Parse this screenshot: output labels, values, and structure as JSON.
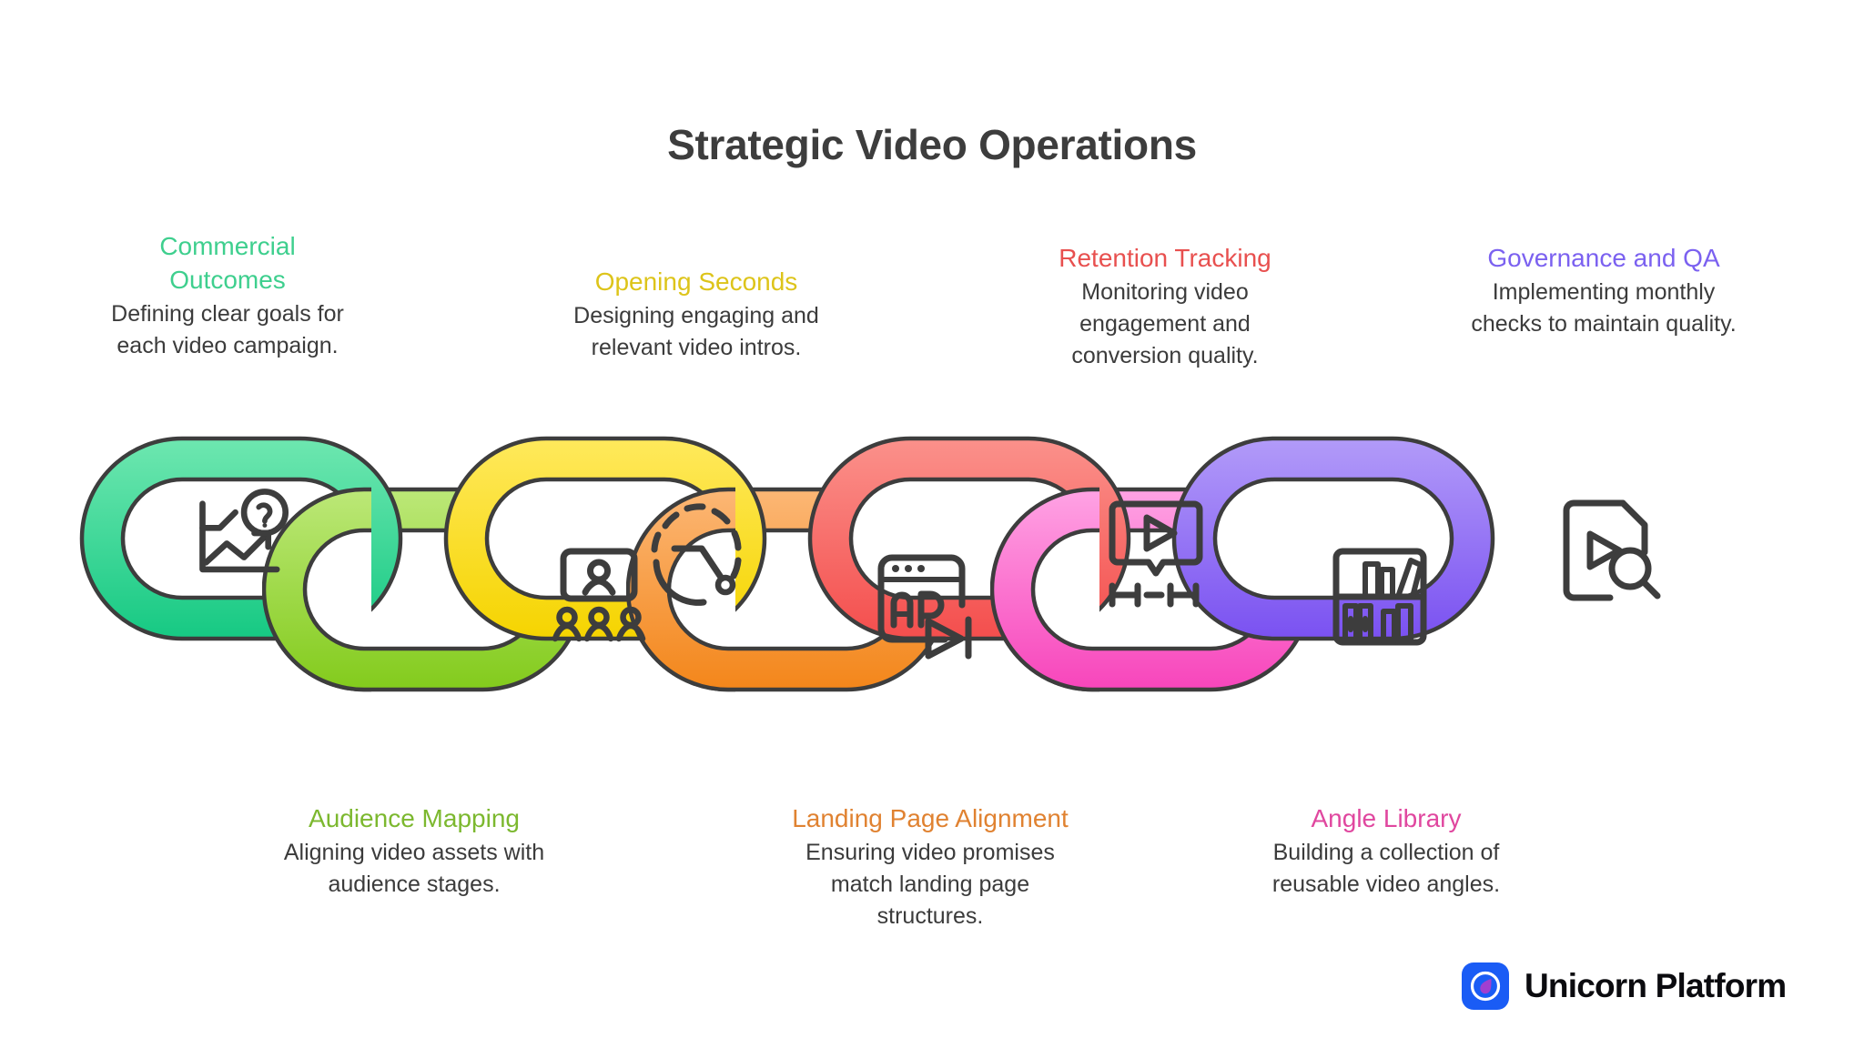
{
  "title": "Strategic Video Operations",
  "footer": {
    "brand": "Unicorn Platform",
    "logo_icon": "droplet-icon",
    "logo_bg": "#1a5cf5",
    "logo_droplet": "#a13fd0"
  },
  "palette": {
    "outline": "#3d3d3d",
    "body_text": "#3b3b3b",
    "title_text": "#3d3d3d",
    "page_bg": "#ffffff"
  },
  "links": [
    {
      "id": "commercial-outcomes",
      "heading": "Commercial Outcomes",
      "description": "Defining clear goals for each video campaign.",
      "color": "#3ecf8e",
      "color_top": "#6ee7b0",
      "color_bottom": "#1fc981",
      "heading_color": "#3ecf8e",
      "position": "top",
      "icon": "line-chart-question-icon"
    },
    {
      "id": "audience-mapping",
      "heading": "Audience Mapping",
      "description": "Aligning video assets with audience stages.",
      "color": "#8cc63f",
      "color_top": "#b6e06a",
      "color_bottom": "#84cc1e",
      "heading_color": "#7cb82f",
      "position": "bottom",
      "icon": "audience-people-icon"
    },
    {
      "id": "opening-seconds",
      "heading": "Opening Seconds",
      "description": "Designing engaging and relevant video intros.",
      "color": "#f2d41e",
      "color_top": "#ffe95c",
      "color_bottom": "#f5d90a",
      "heading_color": "#ddc41a",
      "position": "top",
      "icon": "stopwatch-icon"
    },
    {
      "id": "landing-page-alignment",
      "heading": "Landing Page Alignment",
      "description": "Ensuring video promises match landing page structures.",
      "color": "#ef8f34",
      "color_top": "#fbb26a",
      "color_bottom": "#f3871d",
      "heading_color": "#e08231",
      "position": "bottom",
      "icon": "browser-ad-play-icon"
    },
    {
      "id": "retention-tracking",
      "heading": "Retention Tracking",
      "description": "Monitoring video engagement and conversion quality.",
      "color": "#f4605e",
      "color_top": "#fa8b86",
      "color_bottom": "#f4504f",
      "heading_color": "#e8504f",
      "position": "top",
      "icon": "video-bubble-measure-icon"
    },
    {
      "id": "angle-library",
      "heading": "Angle Library",
      "description": "Building a collection of reusable video angles.",
      "color": "#f45ec0",
      "color_top": "#ff9ae0",
      "color_bottom": "#f748bd",
      "heading_color": "#e0479f",
      "position": "bottom",
      "icon": "bookshelf-icon"
    },
    {
      "id": "governance-and-qa",
      "heading": "Governance and QA",
      "description": "Implementing monthly checks to maintain quality.",
      "color": "#8b6ef0",
      "color_top": "#ad95f8",
      "color_bottom": "#7b54f0",
      "heading_color": "#7b61f0",
      "position": "top",
      "icon": "document-play-search-icon"
    }
  ]
}
